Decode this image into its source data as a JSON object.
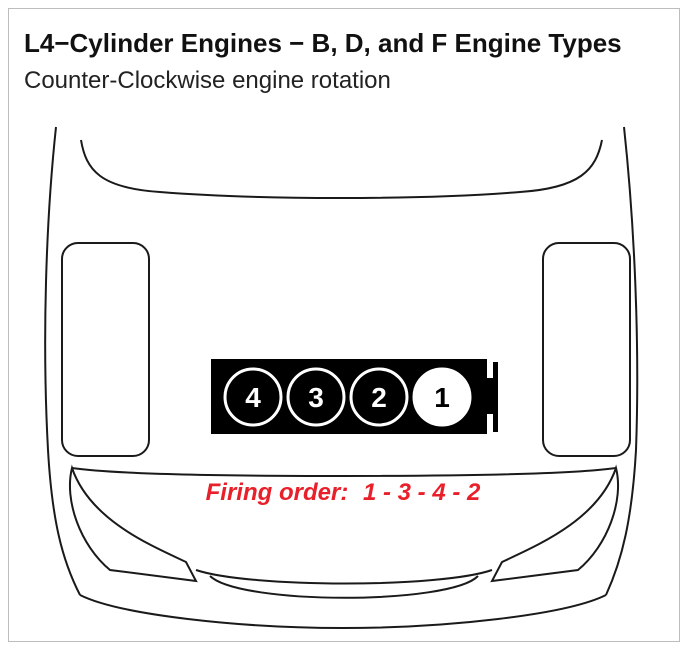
{
  "title": "L4−Cylinder Engines − B, D, and F Engine Types",
  "subtitle": "Counter-Clockwise engine rotation",
  "cylinders": [
    {
      "label": "4",
      "highlighted": false
    },
    {
      "label": "3",
      "highlighted": false
    },
    {
      "label": "2",
      "highlighted": false
    },
    {
      "label": "1",
      "highlighted": true
    }
  ],
  "firing_order": {
    "prefix": "Firing order:",
    "sequence": "1 - 3 - 4 - 2"
  },
  "colors": {
    "engine_block": "#000000",
    "cylinder_outline": "#ffffff",
    "highlight_fill": "#ffffff",
    "firing_text": "#e8202a",
    "car_outline": "#1a1a1a"
  }
}
